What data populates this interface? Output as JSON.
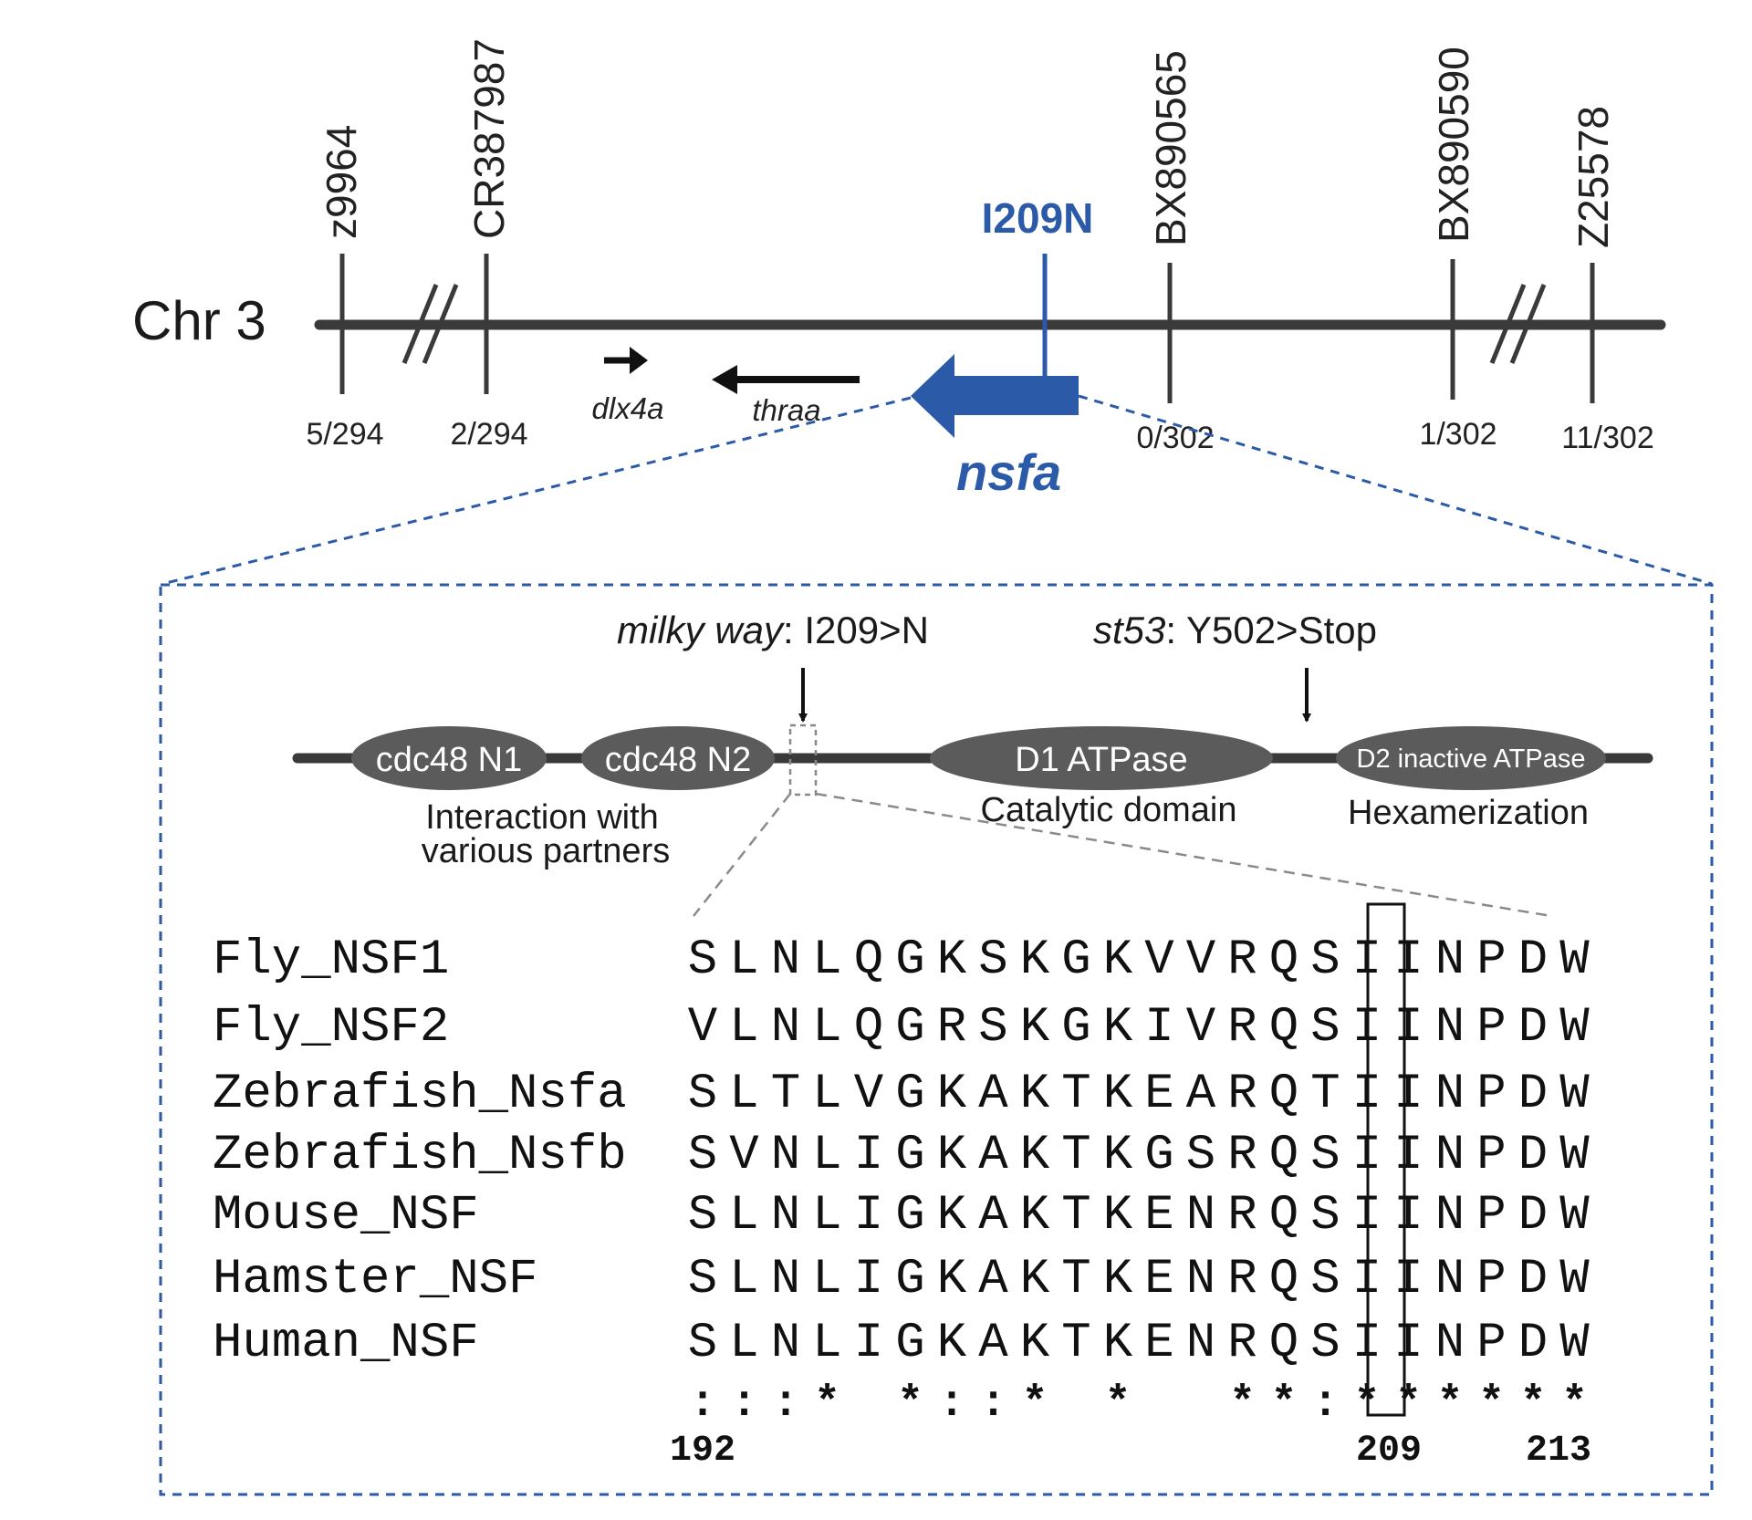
{
  "chromosome": {
    "label": "Chr 3",
    "markers": [
      {
        "name": "z9964",
        "ratio": "5/294"
      },
      {
        "name": "CR387987",
        "ratio": "2/294"
      },
      {
        "name": "BX890565",
        "ratio": "0/302"
      },
      {
        "name": "BX890590",
        "ratio": "1/302"
      },
      {
        "name": "Z25578",
        "ratio": "11/302"
      }
    ],
    "mutation_marker": "I209N",
    "genes": [
      "dlx4a",
      "thraa"
    ],
    "target_gene": "nsfa"
  },
  "protein": {
    "mutations": [
      {
        "allele": "milky way",
        "change": ": I209>N"
      },
      {
        "allele": "st53",
        "change": ": Y502>Stop"
      }
    ],
    "domains": [
      {
        "label": "cdc48 N1"
      },
      {
        "label": "cdc48 N2"
      },
      {
        "label": "D1 ATPase"
      },
      {
        "label": "D2 inactive ATPase"
      }
    ],
    "functions": {
      "interaction_line1": "Interaction with",
      "interaction_line2": "various partners",
      "catalytic": "Catalytic domain",
      "hexamerization": "Hexamerization"
    }
  },
  "alignment": {
    "sequences": [
      {
        "name": "Fly_NSF1",
        "residues": "SLNLQGKSKGKVVRQSIINPDW"
      },
      {
        "name": "Fly_NSF2",
        "residues": "VLNLQGRSKGKIVRQSIINPDW"
      },
      {
        "name": "Zebrafish_Nsfa",
        "residues": "SLTLVGKAKTKEARQTIINPDW"
      },
      {
        "name": "Zebrafish_Nsfb",
        "residues": "SVNLIGKAKTKGSRQSIINPDW"
      },
      {
        "name": "Mouse_NSF",
        "residues": "SLNLIGKAKTKENRQSIINPDW"
      },
      {
        "name": "Hamster_NSF",
        "residues": "SLNLIGKAKTKENRQSIINPDW"
      },
      {
        "name": "Human_NSF",
        "residues": "SLNLIGKAKTKENRQSIINPDW"
      }
    ],
    "conservation": ":::* *::* *  **:******",
    "positions": [
      "192",
      "209",
      "213"
    ]
  },
  "colors": {
    "accent_blue": "#2a5aa8",
    "dark_gray": "#3a3a3a",
    "domain_fill": "#5b5b5b"
  }
}
